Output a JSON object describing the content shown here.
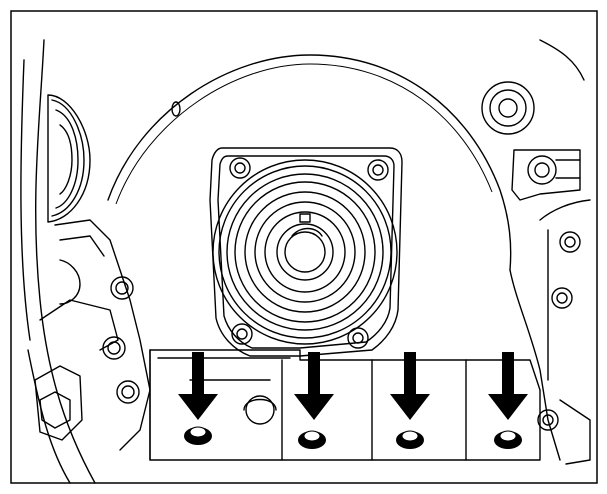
{
  "diagram": {
    "colors": {
      "line": "#000000",
      "background": "#ffffff",
      "arrow": "#000000"
    },
    "callouts": [
      {
        "name": "bolt-1",
        "icon": "down-arrow-icon"
      },
      {
        "name": "bolt-2",
        "icon": "down-arrow-icon"
      },
      {
        "name": "bolt-3",
        "icon": "down-arrow-icon"
      },
      {
        "name": "bolt-4",
        "icon": "down-arrow-icon"
      }
    ]
  }
}
